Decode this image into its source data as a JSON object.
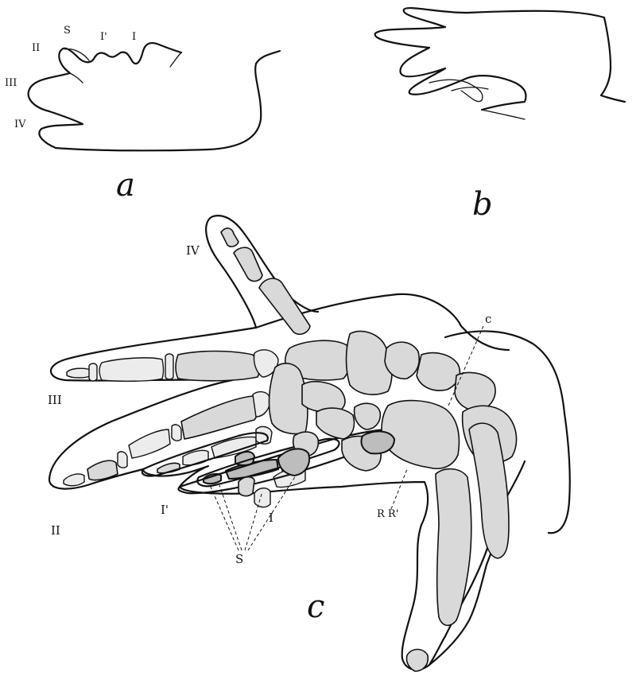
{
  "panels": {
    "a": {
      "letter": "a",
      "digit_labels": [
        "II",
        "S",
        "I'",
        "I",
        "III",
        "IV"
      ]
    },
    "b": {
      "letter": "b"
    },
    "c": {
      "letter": "c",
      "section_mark": "c",
      "digit_labels": {
        "iv": "IV",
        "iii": "III",
        "ii": "II",
        "i_prime": "I'",
        "i": "I",
        "s": "S"
      },
      "radius_label": "R R'"
    }
  }
}
